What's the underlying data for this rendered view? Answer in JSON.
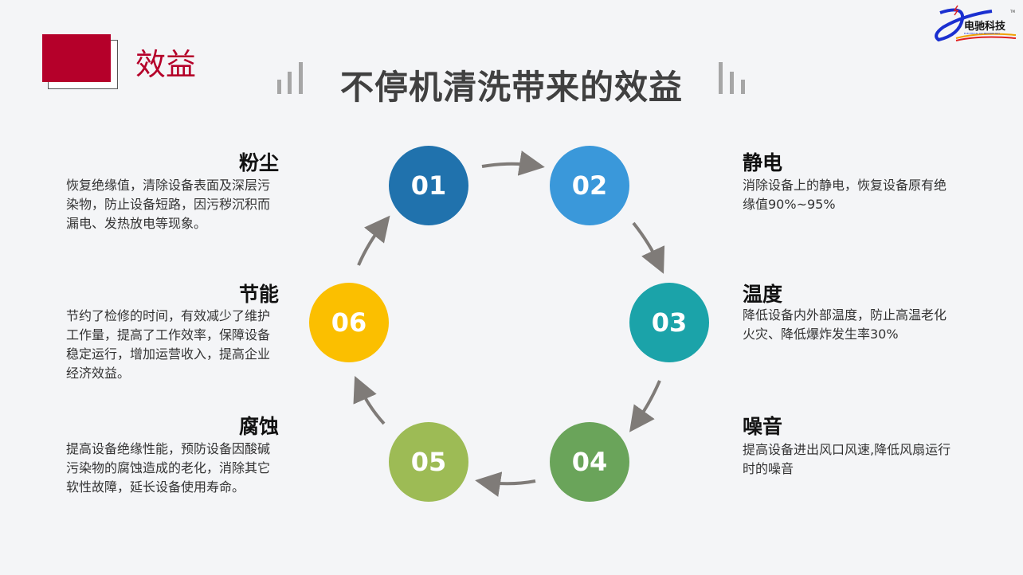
{
  "section_label": "效益",
  "title": "不停机清洗带来的效益",
  "logo": {
    "text": "电驰科技",
    "subtext": "ELECTRICAL DX TECHNOLOGY",
    "tm": "TM"
  },
  "colors": {
    "accent": "#b5002a",
    "c01": "#2072ad",
    "c02": "#3a98da",
    "c03": "#1ba3a9",
    "c04": "#6aa45a",
    "c05": "#9dbb55",
    "c06": "#fbbf00",
    "arrow": "#7f7b78"
  },
  "steps": [
    {
      "num": "01",
      "title": "粉尘",
      "text": "恢复绝缘值，清除设备表面及深层污染物，防止设备短路，因污秽沉积而漏电、发热放电等现象。"
    },
    {
      "num": "02",
      "title": "静电",
      "text": "消除设备上的静电，恢复设备原有绝缘值90%~95%"
    },
    {
      "num": "03",
      "title": "温度",
      "text": "降低设备内外部温度，防止高温老化火灾、降低爆炸发生率30%"
    },
    {
      "num": "04",
      "title": "噪音",
      "text": "提高设备进出风口风速,降低风扇运行时的噪音"
    },
    {
      "num": "05",
      "title": "腐蚀",
      "text": "提高设备绝缘性能，预防设备因酸碱污染物的腐蚀造成的老化，消除其它软性故障，延长设备使用寿命。"
    },
    {
      "num": "06",
      "title": "节能",
      "text": "节约了检修的时间，有效减少了维护工作量，提高了工作效率，保障设备稳定运行，增加运营收入，提高企业经济效益。"
    }
  ]
}
